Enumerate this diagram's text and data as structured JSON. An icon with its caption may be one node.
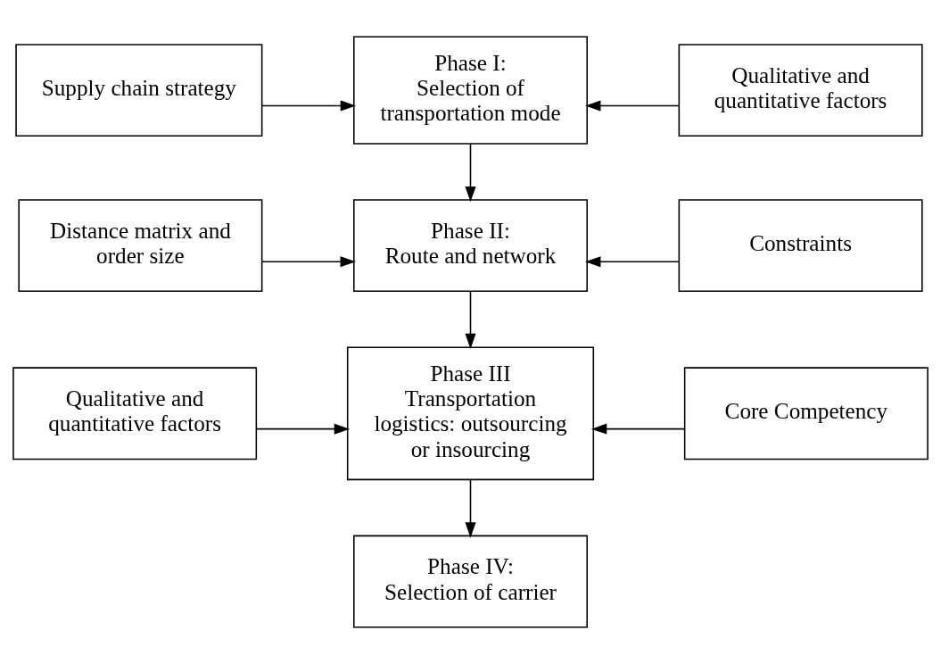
{
  "diagram": {
    "nodes": [
      {
        "text": [
          "Supply chain strategy"
        ]
      },
      {
        "text": [
          "Phase I:",
          "Selection of transportation mode"
        ]
      },
      {
        "text": [
          "Qualitative and quantitative factors"
        ]
      },
      {
        "text": [
          "Distance matrix and order size"
        ]
      },
      {
        "text": [
          "Phase II:",
          "Route and network"
        ]
      },
      {
        "text": [
          "Constraints"
        ]
      },
      {
        "text": [
          "Qualitative and quantitative factors"
        ]
      },
      {
        "text": [
          "Phase III",
          "Transportation logistics: outsourcing or insourcing"
        ]
      },
      {
        "text": [
          "Core Competency"
        ]
      },
      {
        "text": [
          "Phase IV:",
          "Selection of carrier"
        ]
      }
    ],
    "edges": [
      {
        "from": 0,
        "to": 1,
        "arrow": "to"
      },
      {
        "from": 2,
        "to": 1,
        "arrow": "to"
      },
      {
        "from": 1,
        "to": 4,
        "arrow": "to"
      },
      {
        "from": 3,
        "to": 4,
        "arrow": "to"
      },
      {
        "from": 5,
        "to": 4,
        "arrow": "to"
      },
      {
        "from": 4,
        "to": 7,
        "arrow": "to"
      },
      {
        "from": 6,
        "to": 7,
        "arrow": "to"
      },
      {
        "from": 8,
        "to": 7,
        "arrow": "to"
      },
      {
        "from": 7,
        "to": 9,
        "arrow": "to"
      }
    ]
  }
}
